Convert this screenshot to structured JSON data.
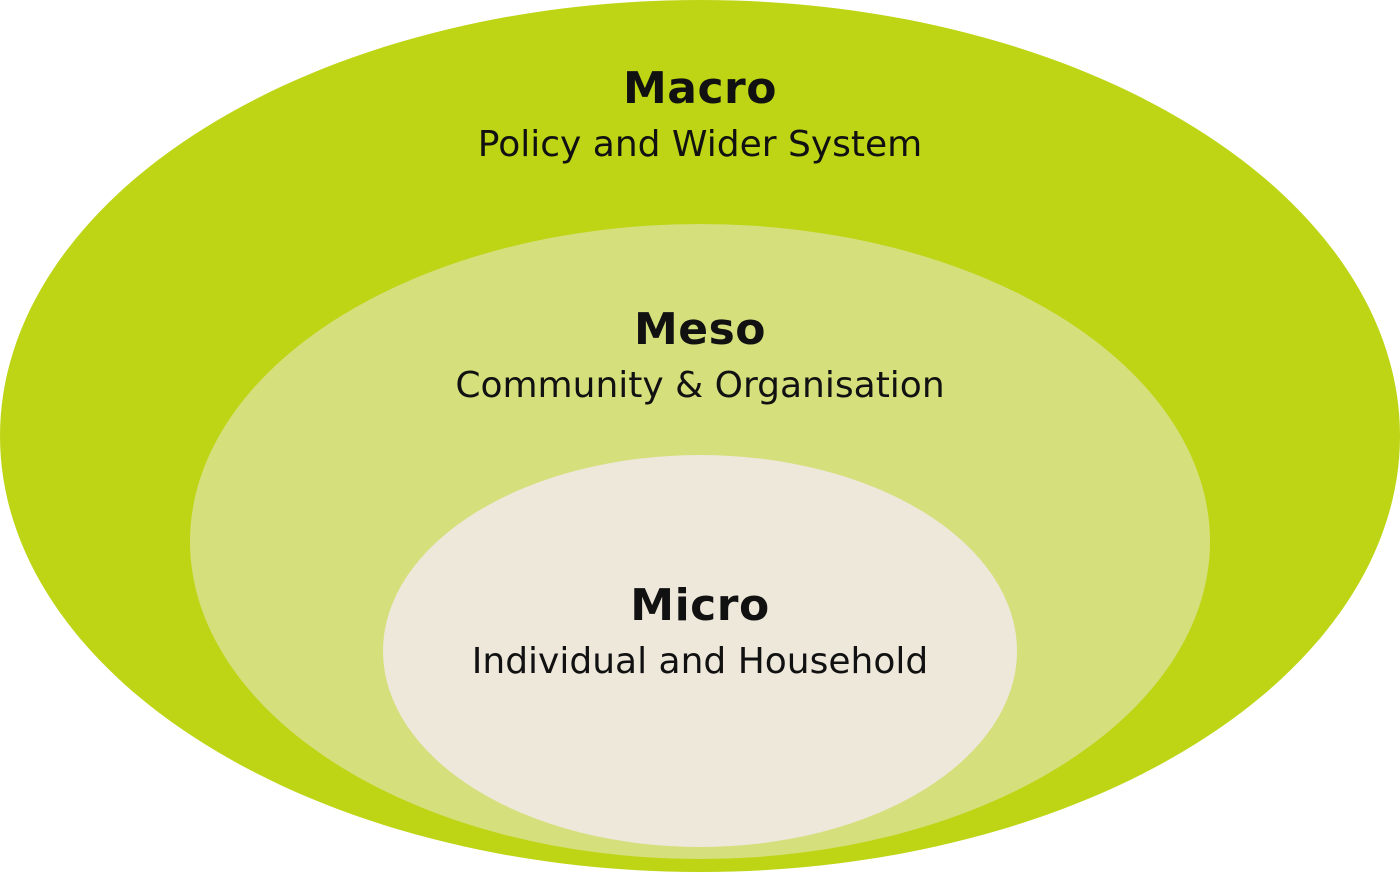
{
  "diagram": {
    "layers": [
      {
        "id": "macro",
        "title": "Macro",
        "subtitle": "Policy and Wider System",
        "color": "#bdd514"
      },
      {
        "id": "meso",
        "title": "Meso",
        "subtitle": "Community & Organisation",
        "color": "#d5df7b"
      },
      {
        "id": "micro",
        "title": "Micro",
        "subtitle": "Individual and Household",
        "color": "#ede8da"
      }
    ]
  }
}
